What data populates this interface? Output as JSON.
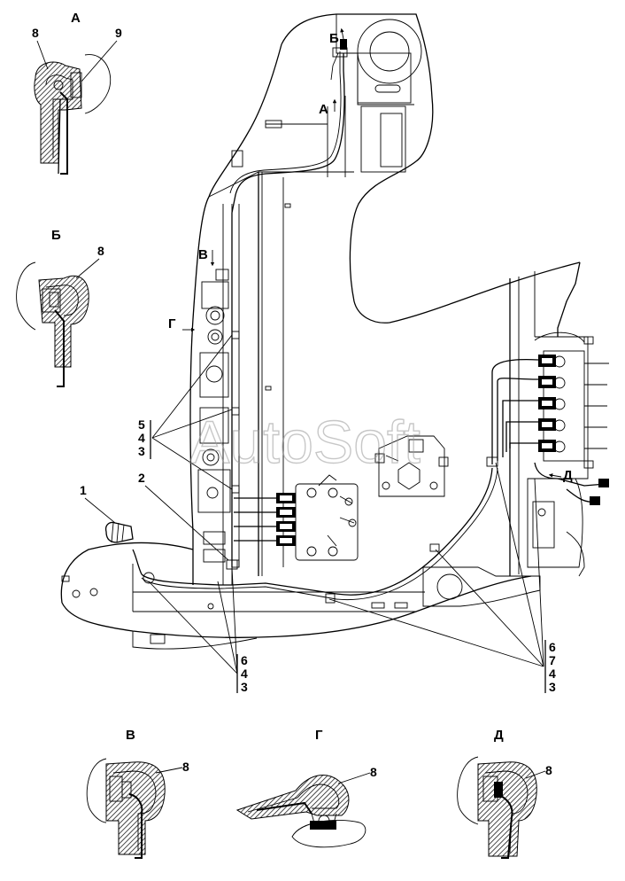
{
  "views": {
    "a": "А",
    "b": "Б",
    "v": "В",
    "g": "Г",
    "d": "Д"
  },
  "callouts": {
    "n1": "1",
    "n2": "2",
    "n8": "8",
    "n9": "9"
  },
  "stacks": {
    "left": [
      "5",
      "4",
      "3"
    ],
    "bottom_mid": [
      "6",
      "4",
      "3"
    ],
    "bottom_right": [
      "6",
      "7",
      "4",
      "3"
    ]
  },
  "watermark": "AutoSoft"
}
